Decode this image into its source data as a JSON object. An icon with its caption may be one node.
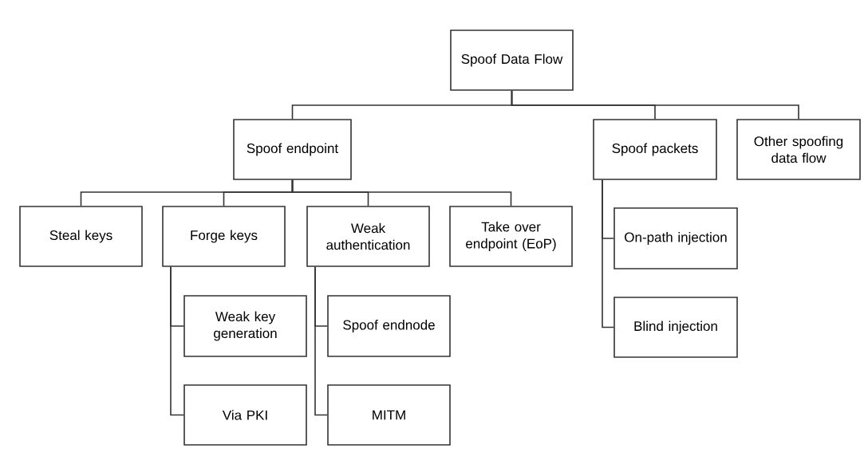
{
  "diagram": {
    "nodes": [
      {
        "text": [
          "Spoof Data Flow"
        ]
      },
      {
        "text": [
          "Spoof endpoint"
        ]
      },
      {
        "text": [
          "Spoof packets"
        ]
      },
      {
        "text": [
          "Other spoofing data flow"
        ]
      },
      {
        "text": [
          "Steal keys"
        ]
      },
      {
        "text": [
          "Forge keys"
        ]
      },
      {
        "text": [
          "Weak authentication"
        ]
      },
      {
        "text": [
          "Take over endpoint (EoP)"
        ]
      },
      {
        "text": [
          "Weak key generation"
        ]
      },
      {
        "text": [
          "Via PKI"
        ]
      },
      {
        "text": [
          "Spoof endnode"
        ]
      },
      {
        "text": [
          "MITM"
        ]
      },
      {
        "text": [
          "On-path injection"
        ]
      },
      {
        "text": [
          "Blind injection"
        ]
      }
    ],
    "edges": [
      {
        "from": 0,
        "to": 1,
        "arrow": "none"
      },
      {
        "from": 0,
        "to": 2,
        "arrow": "none"
      },
      {
        "from": 0,
        "to": 3,
        "arrow": "none"
      },
      {
        "from": 1,
        "to": 4,
        "arrow": "none"
      },
      {
        "from": 1,
        "to": 5,
        "arrow": "none"
      },
      {
        "from": 1,
        "to": 6,
        "arrow": "none"
      },
      {
        "from": 1,
        "to": 7,
        "arrow": "none"
      },
      {
        "from": 5,
        "to": 8,
        "arrow": "none"
      },
      {
        "from": 5,
        "to": 9,
        "arrow": "none"
      },
      {
        "from": 6,
        "to": 10,
        "arrow": "none"
      },
      {
        "from": 6,
        "to": 11,
        "arrow": "none"
      },
      {
        "from": 2,
        "to": 12,
        "arrow": "none"
      },
      {
        "from": 2,
        "to": 13,
        "arrow": "none"
      }
    ]
  }
}
